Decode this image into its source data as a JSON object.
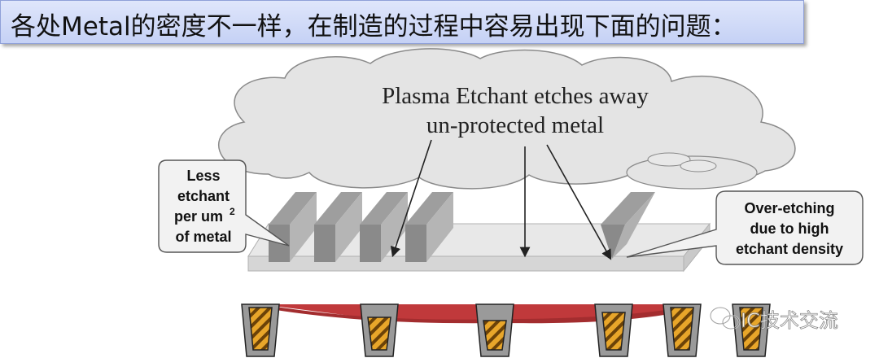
{
  "title": "各处Metal的密度不一样，在制造的过程中容易出现下面的问题：",
  "cloud": {
    "line1": "Plasma Etchant etches away",
    "line2": "un-protected metal"
  },
  "callout_left": {
    "line1": "Less",
    "line2": "etchant",
    "line3": "per um",
    "line3_sup": "2",
    "line4": "of metal"
  },
  "callout_right": {
    "line1": "Over-etching",
    "line2": "due to high",
    "line3": "etchant density"
  },
  "watermark": {
    "text": "IC技术交流",
    "icon": "wechat-icon"
  },
  "colors": {
    "title_bg": "#c9d4f5",
    "metal_fill": "#e0a020",
    "red_band": "#c0393b",
    "cloud_fill": "#e3e3e3"
  }
}
